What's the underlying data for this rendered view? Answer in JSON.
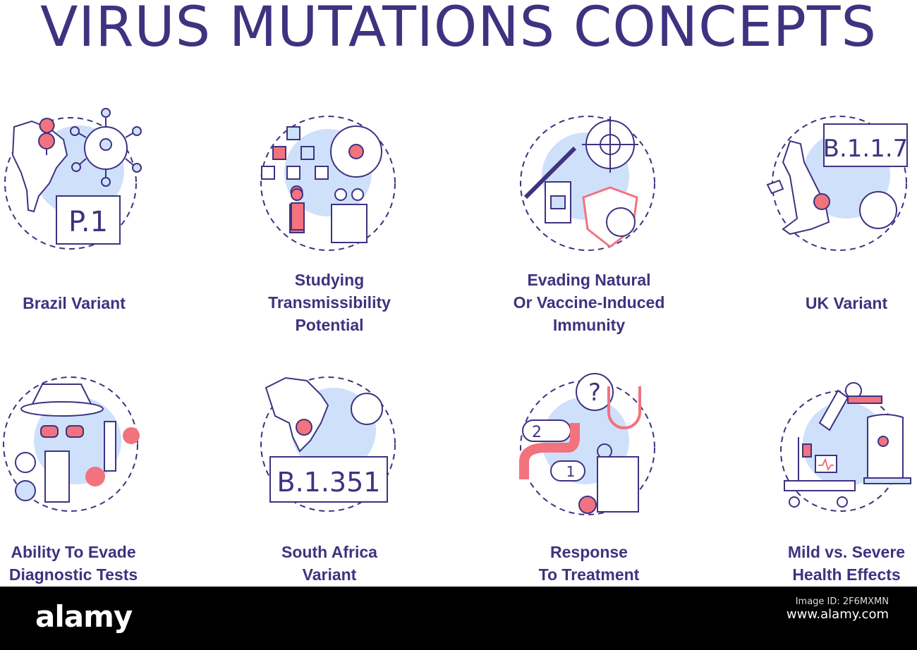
{
  "title": "VIRUS MUTATIONS CONCEPTS",
  "colors": {
    "primary": "#3d3380",
    "accent": "#f2737e",
    "blob": "#cfe0fb",
    "footer": "#000000"
  },
  "concepts": [
    {
      "lines": [
        "Brazil Variant"
      ],
      "icon": "brazil-map-virus-icon",
      "code": "P.1"
    },
    {
      "lines": [
        "Studying",
        "Transmissibility",
        "Potential"
      ],
      "icon": "transmission-network-icon"
    },
    {
      "lines": [
        "Evading Natural",
        "Or Vaccine-Induced",
        "Immunity"
      ],
      "icon": "vaccine-shield-icon"
    },
    {
      "lines": [
        "UK Variant"
      ],
      "icon": "uk-map-virus-icon",
      "code": "B.1.1.7"
    },
    {
      "lines": [
        "Ability To Evade",
        "Diagnostic Tests"
      ],
      "icon": "disguised-virus-icon"
    },
    {
      "lines": [
        "South Africa",
        "Variant"
      ],
      "icon": "africa-map-virus-icon",
      "code": "B.1.351"
    },
    {
      "lines": [
        "Response",
        "To Treatment"
      ],
      "icon": "treatment-stethoscope-icon"
    },
    {
      "lines": [
        "Mild vs. Severe",
        "Health Effects"
      ],
      "icon": "hospital-bed-icon"
    }
  ],
  "footer": {
    "brand": "alamy",
    "image_id_label": "Image ID: 2F6MXMN",
    "image_id": "2F6MXMN",
    "url": "www.alamy.com"
  }
}
